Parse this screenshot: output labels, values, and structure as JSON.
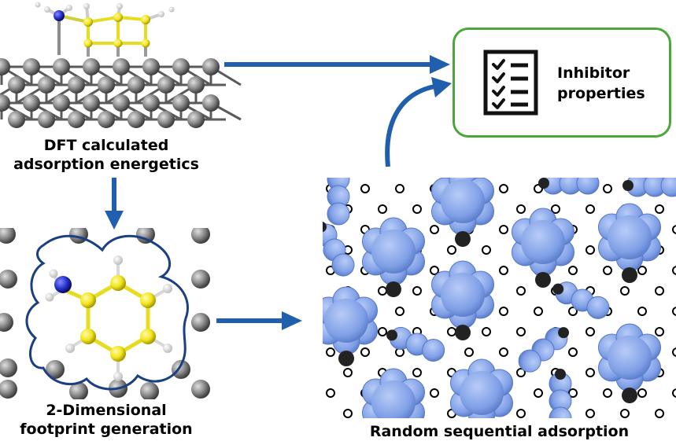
{
  "labels": {
    "dft": [
      "DFT calculated",
      "adsorption energetics"
    ],
    "footprint": [
      "2-Dimensional",
      "footprint generation"
    ],
    "rsa": "Random sequential adsorption",
    "inhibitor": [
      "Inhibitor",
      "properties"
    ]
  },
  "icons": {
    "checklist": "checklist-icon"
  },
  "colors": {
    "arrow": "#1f5fae",
    "box_border": "#4aa83a",
    "sulfur_carbon": "#f2e51b",
    "nitrogen": "#2233cc",
    "molecule_fill": "#7f9fe6",
    "metal": "#8c8c8c"
  }
}
